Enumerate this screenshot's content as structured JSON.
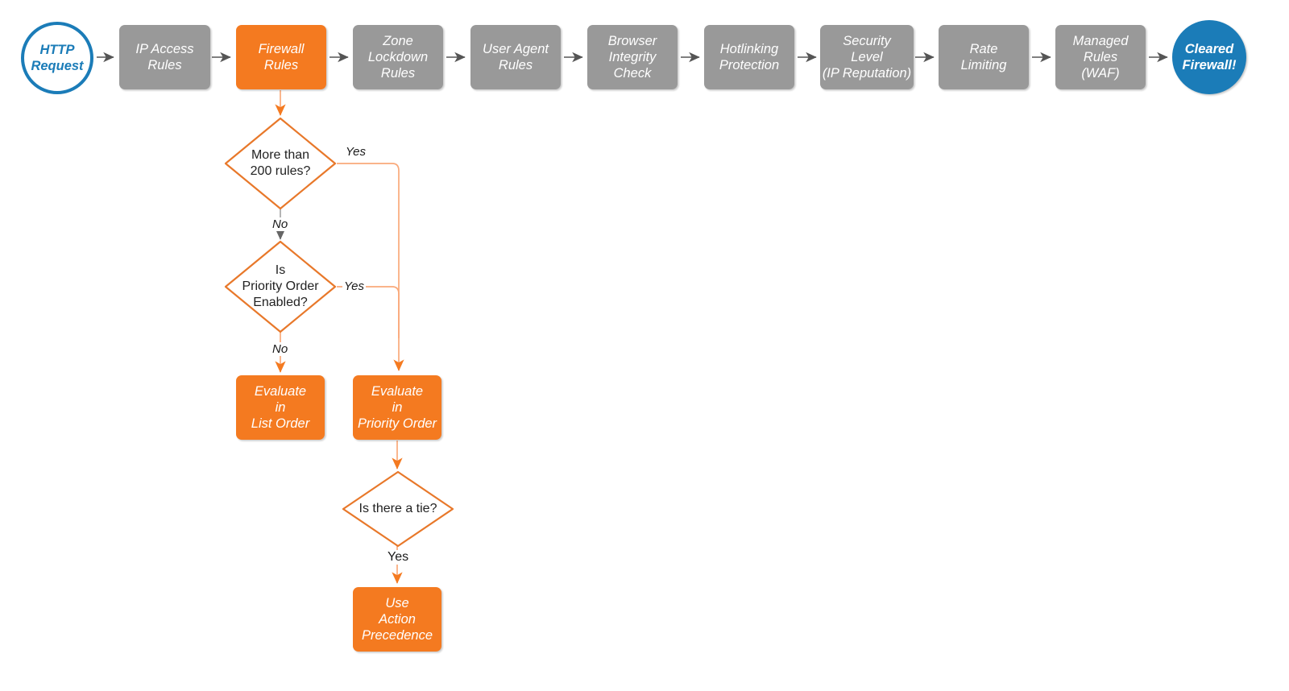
{
  "diagram": {
    "title": "Cloudflare firewall evaluation order flowchart",
    "colors": {
      "gray": "#999999",
      "orange": "#f47a20",
      "orange_light": "#f9a97a",
      "blue": "#1b7cb8",
      "connector_gray": "#555555",
      "text_dark": "#222222"
    },
    "pipeline": [
      {
        "id": "http-request",
        "shape": "circle-outline",
        "label": "HTTP\nRequest"
      },
      {
        "id": "ip-access-rules",
        "shape": "box-gray",
        "label": "IP Access\nRules"
      },
      {
        "id": "firewall-rules",
        "shape": "box-orange",
        "label": "Firewall\nRules"
      },
      {
        "id": "zone-lockdown-rules",
        "shape": "box-gray",
        "label": "Zone\nLockdown\nRules"
      },
      {
        "id": "user-agent-rules",
        "shape": "box-gray",
        "label": "User Agent\nRules"
      },
      {
        "id": "browser-integrity-check",
        "shape": "box-gray",
        "label": "Browser\nIntegrity\nCheck"
      },
      {
        "id": "hotlinking-protection",
        "shape": "box-gray",
        "label": "Hotlinking\nProtection"
      },
      {
        "id": "security-level",
        "shape": "box-gray",
        "label": "Security\nLevel\n(IP Reputation)"
      },
      {
        "id": "rate-limiting",
        "shape": "box-gray",
        "label": "Rate\nLimiting"
      },
      {
        "id": "managed-rules-waf",
        "shape": "box-gray",
        "label": "Managed\nRules\n(WAF)"
      },
      {
        "id": "cleared-firewall",
        "shape": "circle-filled",
        "label": "Cleared\nFirewall!"
      }
    ],
    "decisions": [
      {
        "id": "more-than-200-rules",
        "label": "More than\n200 rules?"
      },
      {
        "id": "is-priority-order-enabled",
        "label": "Is\nPriority Order\nEnabled?"
      },
      {
        "id": "is-there-a-tie",
        "label": "Is there a tie?"
      }
    ],
    "results": [
      {
        "id": "evaluate-in-list-order",
        "label": "Evaluate\nin\nList Order"
      },
      {
        "id": "evaluate-in-priority-order",
        "label": "Evaluate\nin\nPriority Order"
      },
      {
        "id": "use-action-precedence",
        "label": "Use\nAction\nPrecedence"
      }
    ],
    "edge_labels": {
      "yes_200_rules": "Yes",
      "no_200_rules": "No",
      "yes_priority_order": "Yes",
      "no_priority_order": "No",
      "yes_tie": "Yes"
    }
  }
}
